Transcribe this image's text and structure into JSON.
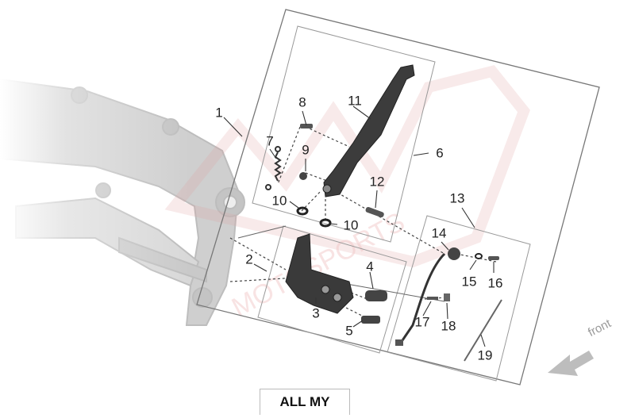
{
  "diagram": {
    "callouts": [
      {
        "id": "c1",
        "text": "1"
      },
      {
        "id": "c2",
        "text": "2"
      },
      {
        "id": "c3",
        "text": "3"
      },
      {
        "id": "c4",
        "text": "4"
      },
      {
        "id": "c5",
        "text": "5"
      },
      {
        "id": "c6",
        "text": "6"
      },
      {
        "id": "c7",
        "text": "7"
      },
      {
        "id": "c8",
        "text": "8"
      },
      {
        "id": "c9",
        "text": "9"
      },
      {
        "id": "c10a",
        "text": "10"
      },
      {
        "id": "c10b",
        "text": "10"
      },
      {
        "id": "c11",
        "text": "11"
      },
      {
        "id": "c12",
        "text": "12"
      },
      {
        "id": "c13",
        "text": "13"
      },
      {
        "id": "c14",
        "text": "14"
      },
      {
        "id": "c15",
        "text": "15"
      },
      {
        "id": "c16",
        "text": "16"
      },
      {
        "id": "c17",
        "text": "17"
      },
      {
        "id": "c18",
        "text": "18"
      },
      {
        "id": "c19",
        "text": "19"
      }
    ],
    "direction_label": "front",
    "variant_label": "ALL MY"
  },
  "watermark": {
    "text": "MOTOSPORTS"
  },
  "colors": {
    "frame": "#d6d6d6",
    "part": "#333333",
    "line": "#555555",
    "arrow": "#b5b5b5"
  }
}
